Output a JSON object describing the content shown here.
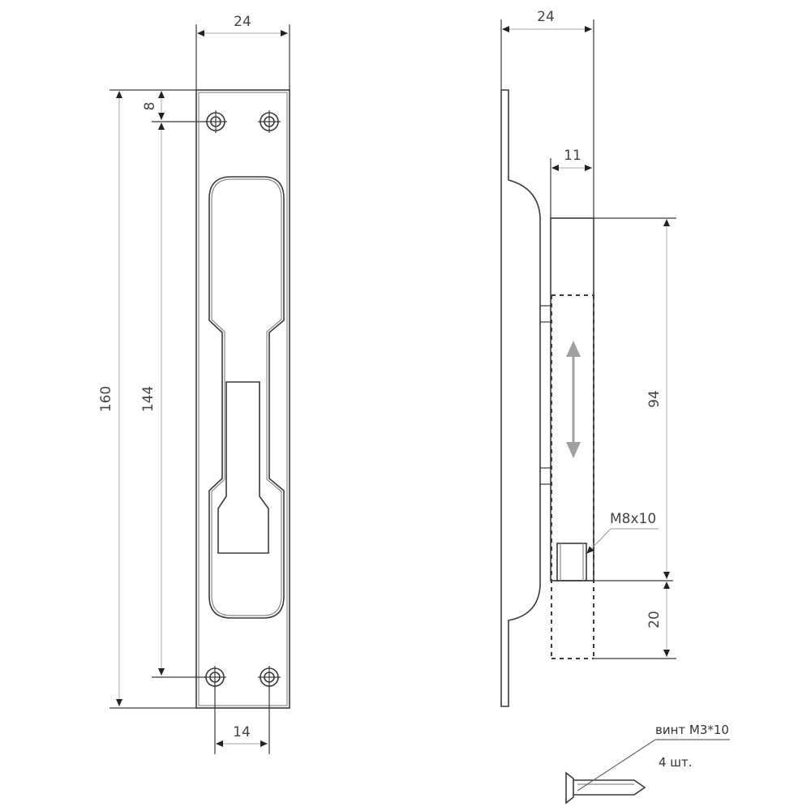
{
  "drawing": {
    "front_view": {
      "width_label": "24",
      "height_total_label": "160",
      "hole_spacing_vertical_label": "144",
      "hole_offset_top_label": "8",
      "hole_spacing_horizontal_label": "14"
    },
    "side_view": {
      "width_label": "24",
      "bolt_depth_label": "11",
      "bolt_travel_label": "94",
      "bolt_extension_label": "20",
      "thread_label": "M8x10"
    },
    "screw_note": {
      "line1": "винт M3*10",
      "line2": "4 шт."
    },
    "colors": {
      "line": "#3a3a3a",
      "dimension": "#bbbbbb",
      "arrow_motion": "#a0a0a0",
      "text": "#444444"
    }
  }
}
